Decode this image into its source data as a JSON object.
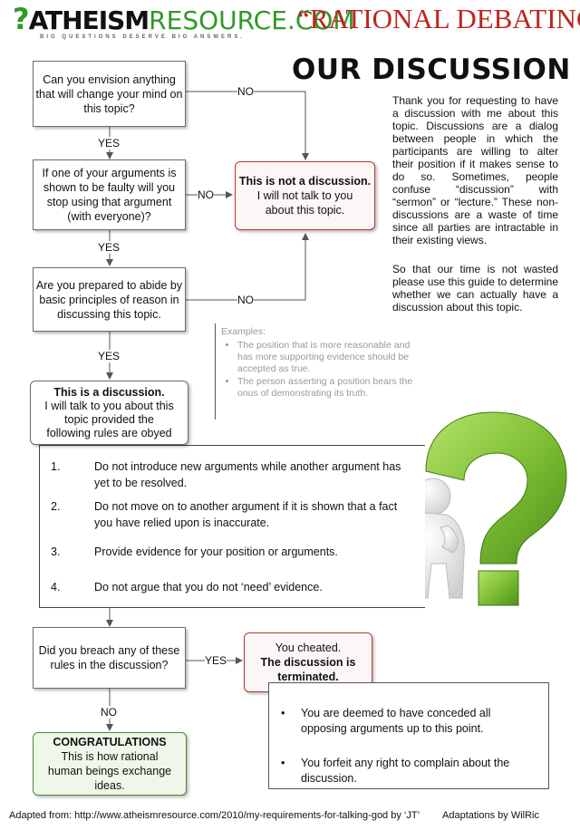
{
  "header": {
    "logo_mark": "?",
    "logo_text_a": "ATHEISM",
    "logo_text_b": "RESOURCE.COM",
    "tagline": "BIG QUESTIONS DESERVE BIG ANSWERS.",
    "poster_title": "“RATIONAL DEBATING”"
  },
  "title": "OUR DISCUSSION",
  "intro": {
    "p1": "Thank you for requesting to have a discussion with me about this topic. Discussions are a dialog between people in which the participants are willing to alter their position if it makes sense to do so. Sometimes, people confuse “discussion” with “sermon” or “lecture.” These non-discussions are a waste of time since all parties are intractable in their existing views.",
    "p2": "So that our time is not wasted please use this guide to determine whether we can actually have a discussion about this topic."
  },
  "questions": {
    "q1": "Can you envision anything that will change your mind on this topic?",
    "q2": "If one of your arguments is shown to be faulty will you stop using that argument (with everyone)?",
    "q3": "Are you prepared to abide by basic principles of reason in discussing this topic.",
    "q4": "Did you breach any of these rules in the discussion?"
  },
  "labels": {
    "yes": "YES",
    "no": "NO"
  },
  "not_discussion": {
    "title": "This is not a discussion.",
    "body": "I will not talk to you about this topic."
  },
  "examples": {
    "heading": "Examples:",
    "items": [
      "The position that is more reasonable and has more supporting evidence should be accepted as true.",
      "The person asserting a position bears the onus of demonstrating its truth."
    ]
  },
  "is_discussion": {
    "title": "This is a discussion.",
    "body": "I will talk to you about this topic provided the following rules are obyed"
  },
  "rules": [
    {
      "num": "1.",
      "text": "Do not introduce new arguments while another argument has yet to be resolved."
    },
    {
      "num": "2.",
      "text": "Do not move on to another argument if it is shown that a fact you have relied upon is inaccurate."
    },
    {
      "num": "3.",
      "text": "Provide evidence for your position or arguments."
    },
    {
      "num": "4.",
      "text": "Do not argue that you do not ‘need’ evidence."
    }
  ],
  "cheated": {
    "line1": "You cheated.",
    "line2": "The discussion is terminated."
  },
  "consequences": [
    "You are deemed to have conceded all opposing arguments up to this point.",
    "You forfeit any right to complain about the discussion."
  ],
  "congrats": {
    "title": "CONGRATULATIONS",
    "body": "This is how rational human beings exchange ideas."
  },
  "footer": {
    "credit": "Adapted from: http://www.atheismresource.com/2010/my-requirements-for-talking-god by ‘JT’",
    "adaptation": "Adaptations by WilRic"
  },
  "colors": {
    "brand_green": "#2e9a26",
    "title_red": "#c0241e",
    "mascot_green": "#8dc63f"
  }
}
